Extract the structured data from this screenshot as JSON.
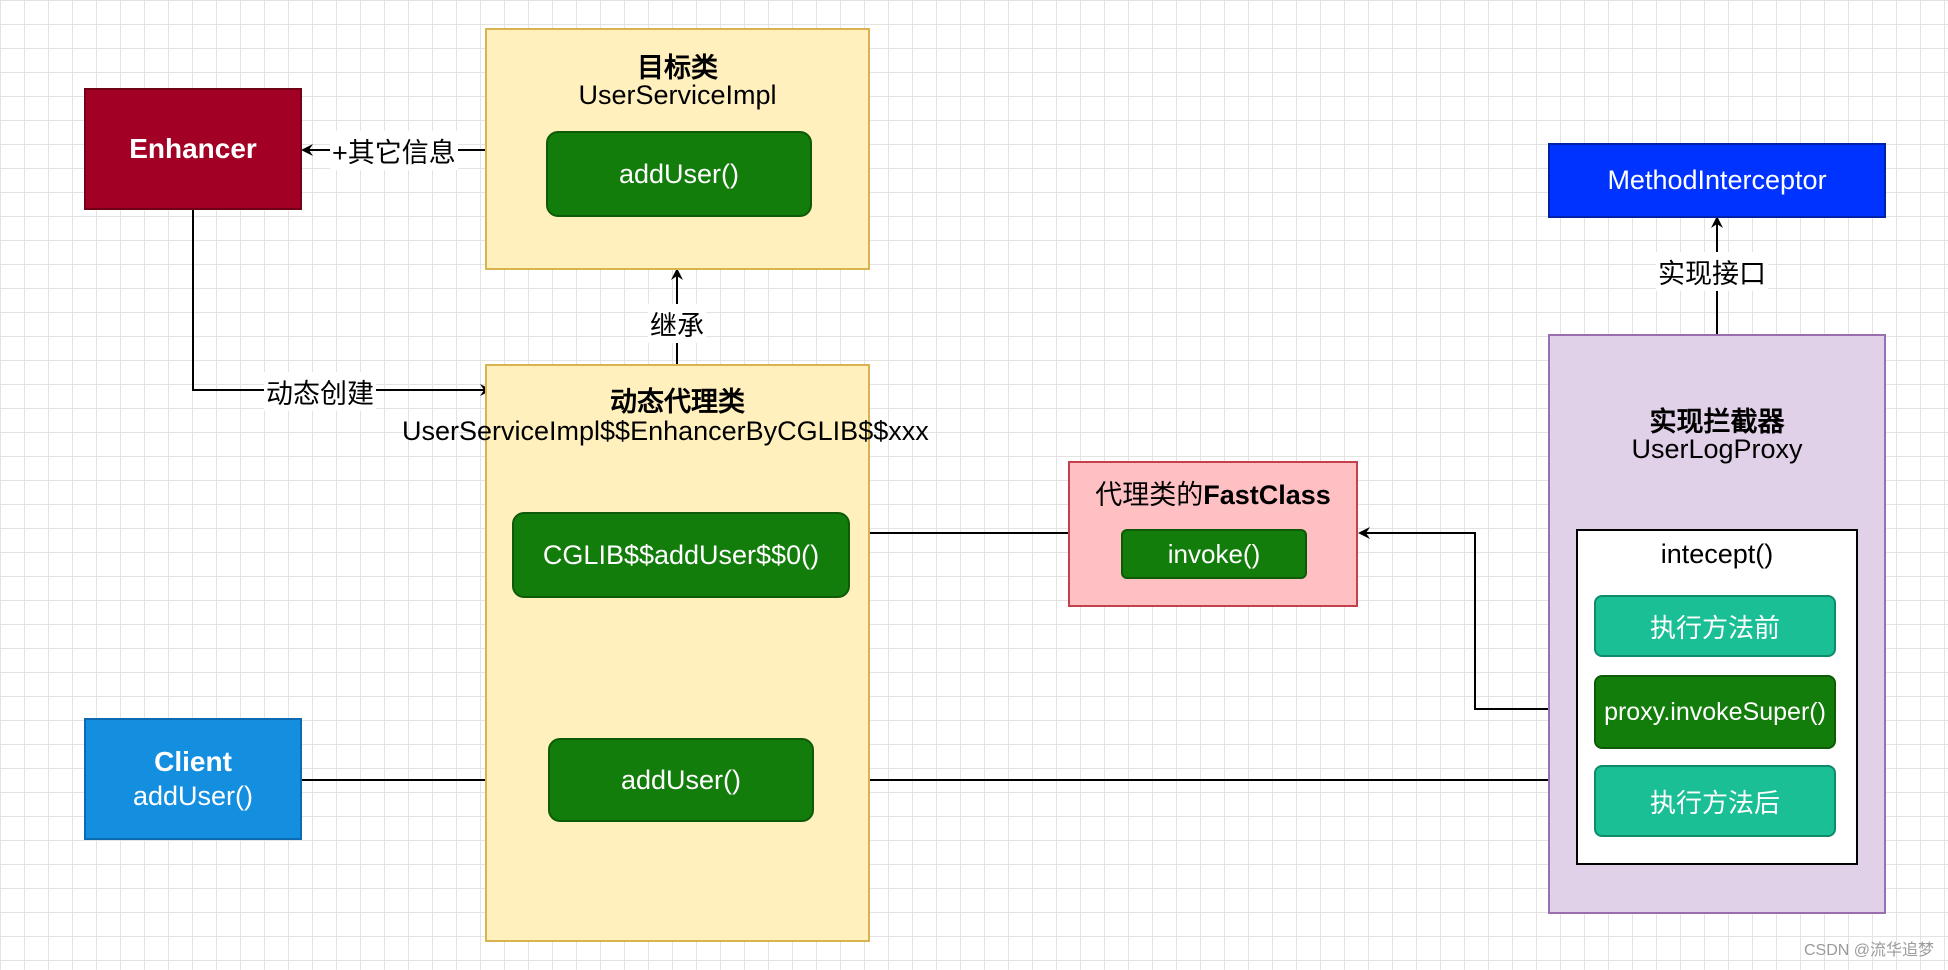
{
  "enhancer": {
    "label": "Enhancer",
    "color": "#a20025"
  },
  "target_class": {
    "title": "目标类",
    "name": "UserServiceImpl",
    "method": "addUser()"
  },
  "proxy_class": {
    "title": "动态代理类",
    "name": "UserServiceImpl$$EnhancerByCGLIB$$xxx",
    "cglib_method": "CGLIB$$addUser$$0()",
    "method": "addUser()"
  },
  "fastclass": {
    "title_prefix": "代理类的",
    "title_bold": "FastClass",
    "method": "invoke()"
  },
  "interceptor_iface": {
    "label": "MethodInterceptor",
    "color": "#0033ff"
  },
  "interceptor_impl": {
    "title": "实现拦截器",
    "name": "UserLogProxy",
    "inner_title": "intecept()",
    "before": "执行方法前",
    "invoke_super": "proxy.invokeSuper()",
    "after": "执行方法后"
  },
  "client": {
    "title": "Client",
    "method": "addUser()"
  },
  "edge_labels": {
    "other_info": "+其它信息",
    "dynamic_create": "动态创建",
    "inherit": "继承",
    "implement": "实现接口"
  },
  "watermark": "CSDN @流华追梦"
}
